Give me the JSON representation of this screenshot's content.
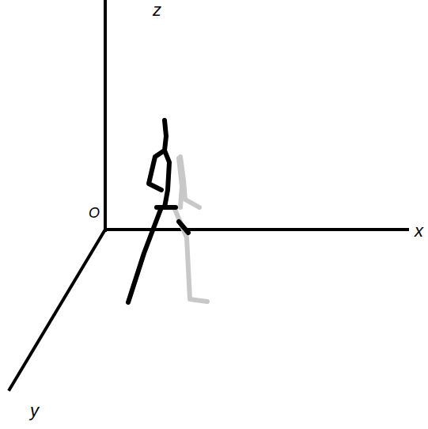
{
  "diagram": {
    "labels": [
      "z",
      "O",
      "x",
      "y"
    ]
  }
}
